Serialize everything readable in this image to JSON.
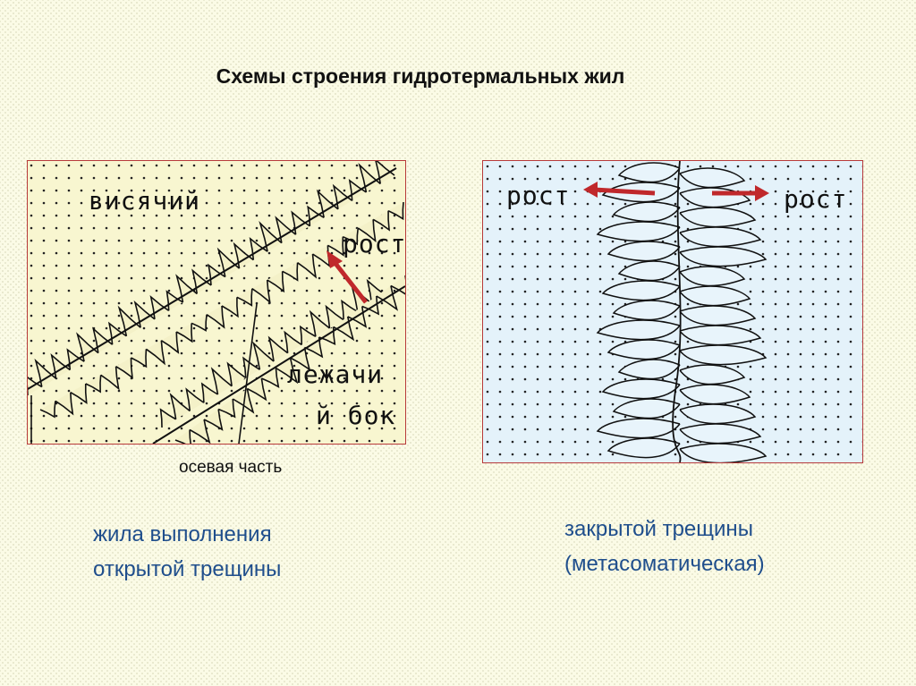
{
  "title": "Схемы строения гидротермальных жил",
  "left_diagram": {
    "hanging_wall": "висячий",
    "growth": "рост",
    "footwall_line1": "лежачи",
    "footwall_line2": "й бок",
    "axial_caption": "осевая часть",
    "arrow_color": "#c0282b"
  },
  "right_diagram": {
    "growth_left": "рост",
    "growth_right": "рост",
    "arrow_color": "#c0282b"
  },
  "captions": {
    "left": [
      "жила выполнения",
      "открытой трещины"
    ],
    "right": [
      "закрытой трещины",
      "(метасоматическая)"
    ]
  },
  "colors": {
    "frame": "#b73a3a",
    "caption_text": "#1f4e8c"
  }
}
